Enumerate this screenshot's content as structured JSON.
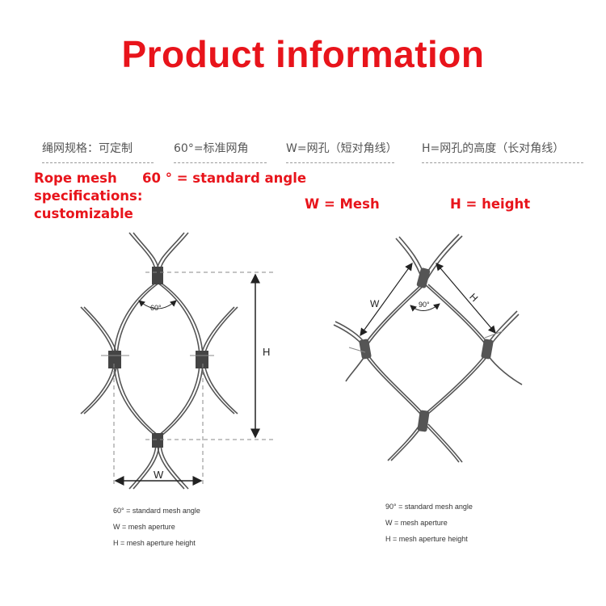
{
  "title": "Product information",
  "chinese_header": [
    "绳网规格：可定制",
    "60°=标准网角",
    "W=网孔（短对角线）",
    "H=网孔的高度（长对角线）"
  ],
  "english_labels": {
    "spec_line1": "Rope mesh",
    "spec_line2": "specifications:",
    "spec_line3": "customizable",
    "angle": "60 ° = standard angle",
    "mesh": "W = Mesh",
    "height": "H = height"
  },
  "left_diagram": {
    "angle_label": "60°",
    "height_label": "H",
    "width_label": "W",
    "legend": [
      "60° = standard mesh angle",
      "W = mesh aperture",
      "H = mesh aperture height"
    ]
  },
  "right_diagram": {
    "angle_label": "90°",
    "width_label": "W",
    "height_label": "H",
    "legend": [
      "90° = standard mesh angle",
      "W = mesh aperture",
      "H = mesh aperture height"
    ]
  },
  "colors": {
    "title": "#e8141b",
    "label_red": "#e8141b",
    "wire": "#555555",
    "dash": "#9a9a9a"
  }
}
